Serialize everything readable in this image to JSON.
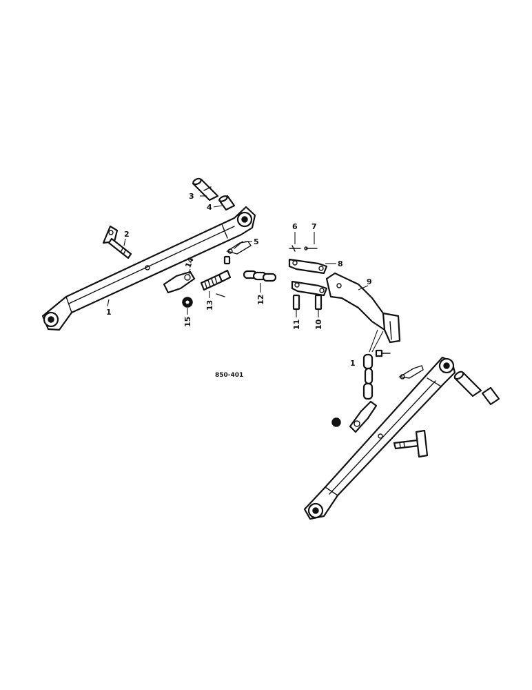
{
  "figure_code": "850-401",
  "callouts": {
    "c1": "1",
    "c2": "2",
    "c3": "3",
    "c4": "4",
    "c5": "5",
    "c6": "6",
    "c7": "7",
    "c8": "8",
    "c9": "9",
    "c10": "10",
    "c11": "11",
    "c12": "12",
    "c13": "13",
    "c14": "14",
    "c15": "15",
    "c1b": "1"
  }
}
